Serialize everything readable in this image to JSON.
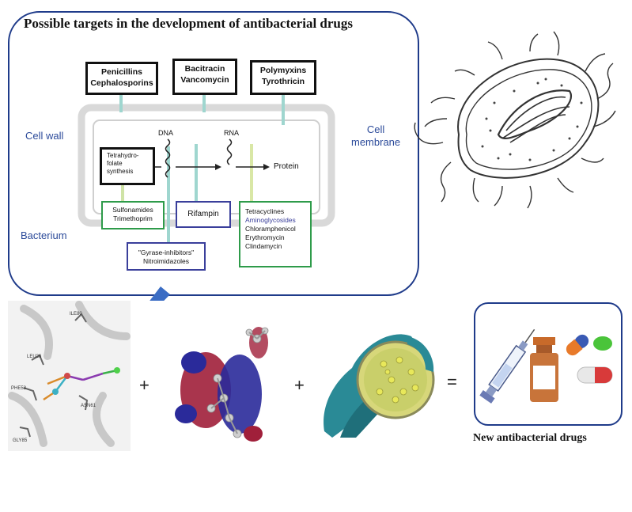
{
  "targets_panel": {
    "title": "Possible targets in the development of antibacterial drugs",
    "labels": {
      "cell_wall": "Cell wall",
      "cell_membrane_line1": "Cell",
      "cell_membrane_line2": "membrane",
      "bacterium": "Bacterium",
      "dna": "DNA",
      "rna": "RNA",
      "protein": "Protein"
    },
    "top_boxes": [
      {
        "line1": "Penicillins",
        "line2": "Cephalosporins"
      },
      {
        "line1": "Bacitracin",
        "line2": "Vancomycin"
      },
      {
        "line1": "Polymyxins",
        "line2": "Tyrothricin"
      }
    ],
    "synthesis_box": {
      "line1": "Tetrahydro-",
      "line2": "folate",
      "line3": "synthesis"
    },
    "inner_boxes": {
      "sulfonamides": {
        "line1": "Sulfonamides",
        "line2": "Trimethoprim"
      },
      "rifampin": {
        "line1": "Rifampin"
      },
      "gyrase": {
        "line1": "\"Gyrase-inhibitors\"",
        "line2": "Nitroimidazoles"
      },
      "ribosome": {
        "lines": [
          "Tetracyclines",
          "Aminoglycosides",
          "Chloramphenicol",
          "Erythromycin",
          "Clindamycin"
        ]
      }
    }
  },
  "docking_labels": [
    "ILE80",
    "LEU26",
    "PHE53",
    "ASN61",
    "GLY85"
  ],
  "operators": {
    "plus1": "+",
    "plus2": "+",
    "equals": "="
  },
  "result": {
    "caption": "New antibacterial drugs"
  },
  "colors": {
    "panel_border": "#1f3b8a",
    "label_blue": "#2b4a9a",
    "green_box": "#2e9b4a",
    "blue_box": "#3a3f9b",
    "teal_line": "#9fd6cf"
  }
}
